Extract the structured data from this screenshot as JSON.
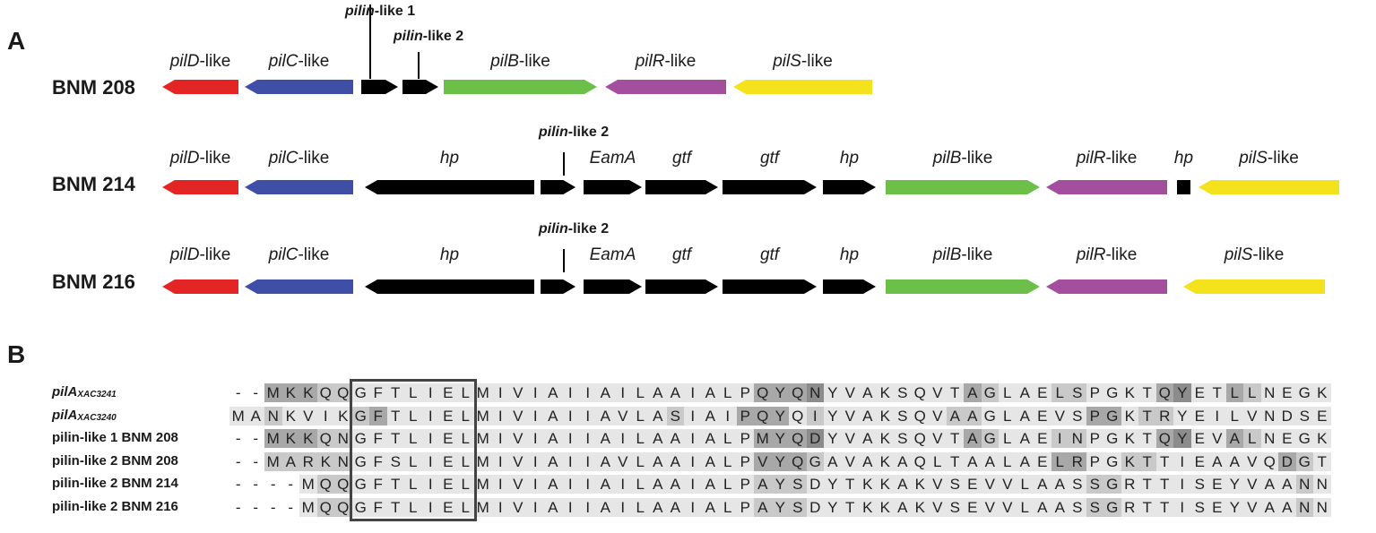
{
  "panels": {
    "a": "A",
    "b": "B"
  },
  "colors": {
    "pilD": "#e32526",
    "pilC": "#3f4fa8",
    "pilB": "#6cc04a",
    "pilR": "#a44f9e",
    "pilS": "#f4e21c",
    "other": "#000000"
  },
  "tracks": [
    {
      "strain": "BNM 208",
      "genes": [
        {
          "name": "pilD",
          "suffix": "-like",
          "color": "pilD",
          "dir": "left"
        },
        {
          "name": "pilC",
          "suffix": "-like",
          "color": "pilC",
          "dir": "left"
        },
        {
          "name": "pilin",
          "suffix": "-like 1",
          "color": "other",
          "dir": "right",
          "small": true
        },
        {
          "name": "pilin",
          "suffix": "-like 2",
          "color": "other",
          "dir": "right",
          "small": true
        },
        {
          "name": "pilB",
          "suffix": "-like",
          "color": "pilB",
          "dir": "right"
        },
        {
          "name": "pilR",
          "suffix": "-like",
          "color": "pilR",
          "dir": "left"
        },
        {
          "name": "pilS",
          "suffix": "-like",
          "color": "pilS",
          "dir": "left"
        }
      ]
    },
    {
      "strain": "BNM 214",
      "genes": [
        {
          "name": "pilD",
          "suffix": "-like",
          "color": "pilD",
          "dir": "left"
        },
        {
          "name": "pilC",
          "suffix": "-like",
          "color": "pilC",
          "dir": "left"
        },
        {
          "name": "hp",
          "suffix": "",
          "color": "other",
          "dir": "left"
        },
        {
          "name": "pilin",
          "suffix": "-like 2",
          "color": "other",
          "dir": "right",
          "small": true
        },
        {
          "name": "EamA",
          "suffix": "",
          "color": "other",
          "dir": "right"
        },
        {
          "name": "gtf",
          "suffix": "",
          "color": "other",
          "dir": "right"
        },
        {
          "name": "gtf",
          "suffix": "",
          "color": "other",
          "dir": "right"
        },
        {
          "name": "hp",
          "suffix": "",
          "color": "other",
          "dir": "right"
        },
        {
          "name": "pilB",
          "suffix": "-like",
          "color": "pilB",
          "dir": "right"
        },
        {
          "name": "pilR",
          "suffix": "-like",
          "color": "pilR",
          "dir": "left"
        },
        {
          "name": "hp",
          "suffix": "",
          "color": "other",
          "dir": "none"
        },
        {
          "name": "pilS",
          "suffix": "-like",
          "color": "pilS",
          "dir": "left"
        }
      ]
    },
    {
      "strain": "BNM 216",
      "genes": [
        {
          "name": "pilD",
          "suffix": "-like",
          "color": "pilD",
          "dir": "left"
        },
        {
          "name": "pilC",
          "suffix": "-like",
          "color": "pilC",
          "dir": "left"
        },
        {
          "name": "hp",
          "suffix": "",
          "color": "other",
          "dir": "left"
        },
        {
          "name": "pilin",
          "suffix": "-like 2",
          "color": "other",
          "dir": "right",
          "small": true
        },
        {
          "name": "EamA",
          "suffix": "",
          "color": "other",
          "dir": "right"
        },
        {
          "name": "gtf",
          "suffix": "",
          "color": "other",
          "dir": "right"
        },
        {
          "name": "gtf",
          "suffix": "",
          "color": "other",
          "dir": "right"
        },
        {
          "name": "hp",
          "suffix": "",
          "color": "other",
          "dir": "right"
        },
        {
          "name": "pilB",
          "suffix": "-like",
          "color": "pilB",
          "dir": "right"
        },
        {
          "name": "pilR",
          "suffix": "-like",
          "color": "pilR",
          "dir": "left"
        },
        {
          "name": "pilS",
          "suffix": "-like",
          "color": "pilS",
          "dir": "left"
        }
      ]
    }
  ],
  "alignment": {
    "shade_colors": {
      "0": "#ffffff",
      "1": "#e6e6e6",
      "2": "#c9c9c9",
      "3": "#a8a8a8",
      "4": "#8c8c8c"
    },
    "sequences": [
      {
        "name": "pilA",
        "sub": "XAC3241",
        "italic": true,
        "residues": "--MKKQQGFTLIELMIVIAIIAILAAIALPQYQNYVAKSQVTAGLAELSPGKTQYETLLNEGK",
        "shade": "00333221111111111111111111111133341111111132111221111341132111112"
      },
      {
        "name": "pilA",
        "sub": "XAC3240",
        "italic": true,
        "residues": "MANKVIKGFTLIELMIVIAIIAVLASIAIPQYQIYVAKSQVAAGLAEVSPGKTRYEILVNDSE",
        "shade": "112111123111111111111111121113331211111112211111133122111111111"
      },
      {
        "name": "pilin-like 1 BNM 208",
        "sub": "",
        "italic": false,
        "residues": "--MKKQNGFTLIELMIVIAIIAILAAIALPMYQDYVAKSQVTAGLAEINPGKTQYEVALNEGK",
        "shade": "00333221111111111111111111111133341111111132111221111341132111112"
      },
      {
        "name": "pilin-like 2 BNM 208",
        "sub": "",
        "italic": false,
        "residues": "--MARKNGFSLIELMIVIAIIAVLAAIALPVYQGAVAKAQLTAALAELRPGKTTIEAAVQDGT",
        "shade": "00222221111111111111111111111133321111111111111331122111111132"
      },
      {
        "name": "pilin-like 2 BNM 214",
        "sub": "",
        "italic": false,
        "residues": "----MQQGFTLIELMIVIAIIAILAAIALPAYSDYTKKAKVSEVVLAASSGRTTISEYVAANN",
        "shade": "00001221111111111111111111111122211111111111111112211111111112"
      },
      {
        "name": "pilin-like 2 BNM 216",
        "sub": "",
        "italic": false,
        "residues": "----MQQGFTLIELMIVIAIIAILAAIALPAYSDYTKKAKVSEVVLAASSGRTTISEYVAANN",
        "shade": "00001221111111111111111111111122211111111111111112211111111112"
      }
    ]
  }
}
